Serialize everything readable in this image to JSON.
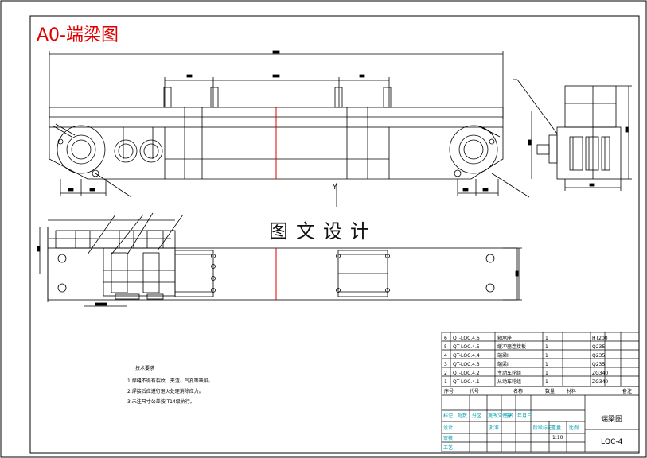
{
  "drawing": {
    "title": "A0-端梁图",
    "watermark": "图文设计",
    "section_mark": "Y"
  },
  "colors": {
    "title": "#e00000",
    "lines": "#000000",
    "centerline": "#e00000",
    "titleblock_cyan": "#00a0b0",
    "leader_blue": "#2233cc"
  },
  "tech_notes": {
    "heading": "技术要求",
    "lines": [
      "1.焊缝不得有裂纹、夹渣、气孔等缺陷。",
      "2.焊接后应进行退火处理消除应力。",
      "3.未注尺寸公差按IT14级执行。"
    ]
  },
  "parts_list": {
    "rows": [
      {
        "no": "6",
        "code": "QT-LQC.4.6",
        "name": "轴承座",
        "qty": "1",
        "material": "HT200"
      },
      {
        "no": "5",
        "code": "QT-LQC.4.5",
        "name": "缓冲器连接板",
        "qty": "1",
        "material": "Q235"
      },
      {
        "no": "4",
        "code": "QT-LQC.4.4",
        "name": "端梁I",
        "qty": "1",
        "material": "Q235"
      },
      {
        "no": "3",
        "code": "QT-LQC.4.3",
        "name": "端梁II",
        "qty": "1",
        "material": "Q235"
      },
      {
        "no": "2",
        "code": "QT-LQC.4.2",
        "name": "主动车轮组",
        "qty": "1",
        "material": "ZG340"
      },
      {
        "no": "1",
        "code": "QT-LQC.4.1",
        "name": "从动车轮组",
        "qty": "1",
        "material": "ZG340"
      }
    ],
    "header": {
      "no": "序号",
      "code": "代号",
      "name": "名称",
      "qty": "数量",
      "material": "材料",
      "remark": "备注"
    }
  },
  "title_block": {
    "drawing_name": "端梁图",
    "drawing_code": "LQC-4",
    "scale": "1:10",
    "labels": [
      "标记",
      "处数",
      "分区",
      "更改文件号",
      "签名",
      "年月日",
      "设计",
      "审核",
      "工艺",
      "批准",
      "阶段标记",
      "重量",
      "比例"
    ]
  }
}
